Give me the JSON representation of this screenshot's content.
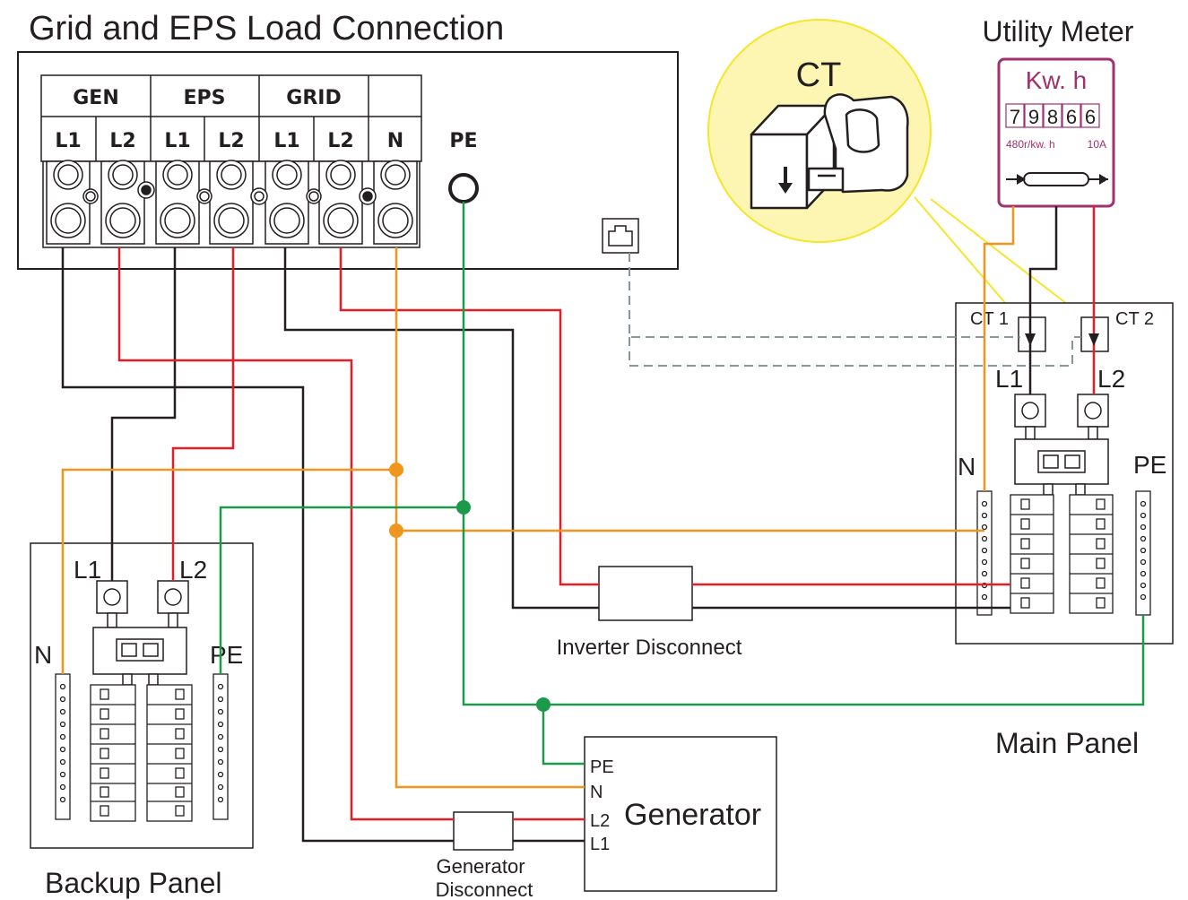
{
  "title": "Grid and EPS Load Connection",
  "terminal_block": {
    "groups": [
      "GEN",
      "EPS",
      "GRID"
    ],
    "terminals": [
      "L1",
      "L2",
      "L1",
      "L2",
      "L1",
      "L2",
      "N"
    ],
    "pe_label": "PE"
  },
  "ct": {
    "title": "CT"
  },
  "utility_meter": {
    "title": "Utility Meter",
    "unit": "Kw. h",
    "digits": [
      "7",
      "9",
      "8",
      "6",
      "6"
    ],
    "spec_left": "480r/kw. h",
    "spec_right": "10A"
  },
  "main_panel": {
    "label": "Main Panel",
    "ct1": "CT 1",
    "ct2": "CT 2",
    "l1": "L1",
    "l2": "L2",
    "n": "N",
    "pe": "PE"
  },
  "backup_panel": {
    "label": "Backup Panel",
    "l1": "L1",
    "l2": "L2",
    "n": "N",
    "pe": "PE"
  },
  "inverter_disconnect": "Inverter Disconnect",
  "generator": {
    "label": "Generator",
    "terminals": [
      "PE",
      "N",
      "L2",
      "L1"
    ]
  },
  "generator_disconnect": [
    "Generator",
    "Disconnect"
  ],
  "colors": {
    "line_black": "#231f20",
    "line_red": "#e41e26",
    "line_orange": "#f0961e",
    "line_green": "#1a9a4a",
    "ct_wire_yellow": "#f6e52a",
    "ct_circle_fill": "#fdf6b3",
    "meter_purple": "#a0306e",
    "dashed_gray": "#8a969c"
  }
}
